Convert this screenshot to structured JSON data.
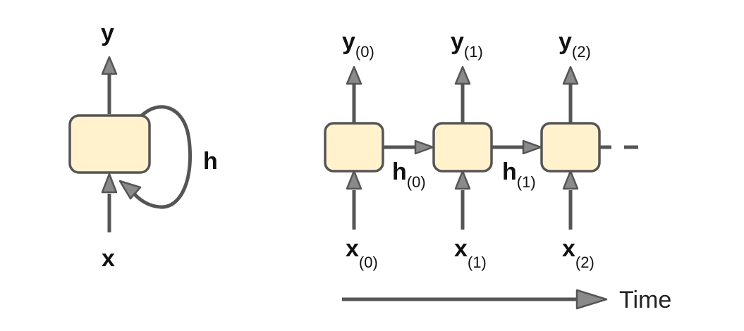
{
  "colors": {
    "cell_fill": "#fff2cc",
    "stroke": "#555555",
    "arrow_fill": "#8a8a8a",
    "text": "#111111"
  },
  "folded": {
    "output_label": "y",
    "input_label": "x",
    "hidden_label": "h"
  },
  "unrolled": {
    "steps": [
      {
        "output_main": "y",
        "output_sub": "(0)",
        "input_main": "x",
        "input_sub": "(0)"
      },
      {
        "output_main": "y",
        "output_sub": "(1)",
        "input_main": "x",
        "input_sub": "(1)"
      },
      {
        "output_main": "y",
        "output_sub": "(2)",
        "input_main": "x",
        "input_sub": "(2)"
      }
    ],
    "hidden_states": [
      {
        "main": "h",
        "sub": "(0)"
      },
      {
        "main": "h",
        "sub": "(1)"
      }
    ]
  },
  "time_axis": {
    "label": "Time"
  }
}
